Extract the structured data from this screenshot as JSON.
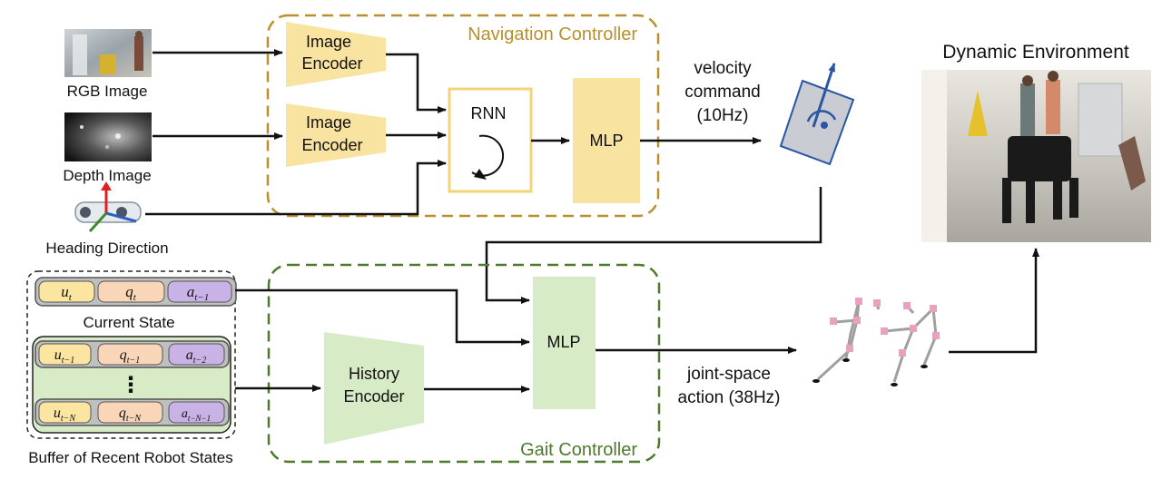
{
  "inputs": {
    "rgb_label": "RGB Image",
    "depth_label": "Depth Image",
    "heading_label": "Heading Direction"
  },
  "navigation": {
    "title": "Navigation Controller",
    "encoder1_line1": "Image",
    "encoder1_line2": "Encoder",
    "encoder2_line1": "Image",
    "encoder2_line2": "Encoder",
    "rnn_label": "RNN",
    "mlp_label": "MLP"
  },
  "velocity": {
    "line1": "velocity",
    "line2": "command",
    "line3": "(10Hz)"
  },
  "environment": {
    "title": "Dynamic Environment"
  },
  "state": {
    "current_label": "Current State",
    "buffer_label": "Buffer of Recent Robot States",
    "current_row": {
      "u": "u",
      "u_sub": "t",
      "q": "q",
      "q_sub": "t",
      "a": "a",
      "a_sub": "t−1"
    },
    "row_prev": {
      "u": "u",
      "u_sub": "t−1",
      "q": "q",
      "q_sub": "t−1",
      "a": "a",
      "a_sub": "t−2"
    },
    "row_last": {
      "u": "u",
      "u_sub": "t−N",
      "q": "q",
      "q_sub": "t−N",
      "a": "a",
      "a_sub": "t−N−1"
    },
    "ellipsis": "⋮"
  },
  "gait": {
    "title": "Gait Controller",
    "history_line1": "History",
    "history_line2": "Encoder",
    "mlp_label": "MLP"
  },
  "action": {
    "line1": "joint-space",
    "line2": "action (38Hz)"
  },
  "colors": {
    "nav_border": "#b8902c",
    "nav_title": "#b8902c",
    "nav_fill": "#f8e3a0",
    "gait_border": "#4d7a2c",
    "gait_title": "#4d7a2c",
    "gait_fill": "#d7ebc6",
    "u_fill": "#fbe5a0",
    "q_fill": "#f9d6b8",
    "a_fill": "#c9b3e6",
    "command_blue": "#2a56a6"
  }
}
